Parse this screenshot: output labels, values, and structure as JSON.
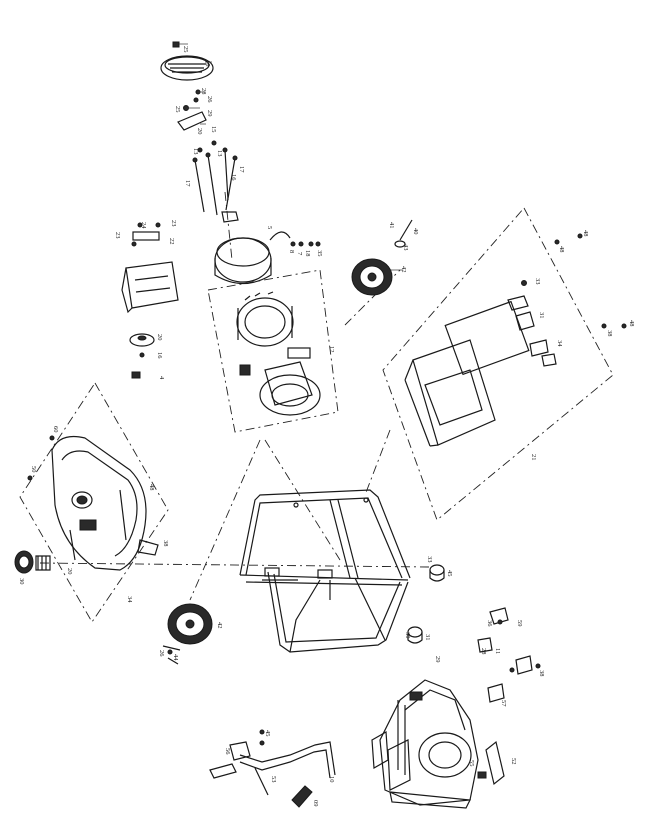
{
  "callouts": [
    {
      "id": "c1",
      "text": "25"
    },
    {
      "id": "c2",
      "text": "18"
    },
    {
      "id": "c3",
      "text": "28"
    },
    {
      "id": "c4",
      "text": "26"
    },
    {
      "id": "c5",
      "text": "25"
    },
    {
      "id": "c6",
      "text": "29"
    },
    {
      "id": "c7",
      "text": "20"
    },
    {
      "id": "c8",
      "text": "15"
    },
    {
      "id": "c9",
      "text": "17"
    },
    {
      "id": "c10",
      "text": "17"
    },
    {
      "id": "c11",
      "text": "16"
    },
    {
      "id": "c12",
      "text": "13"
    },
    {
      "id": "c13",
      "text": "13"
    },
    {
      "id": "c14",
      "text": "23"
    },
    {
      "id": "c15",
      "text": "24"
    },
    {
      "id": "c16",
      "text": "23"
    },
    {
      "id": "c17",
      "text": "22"
    },
    {
      "id": "c18",
      "text": "20"
    },
    {
      "id": "c19",
      "text": "16"
    },
    {
      "id": "c20",
      "text": "4"
    },
    {
      "id": "c21",
      "text": "12"
    },
    {
      "id": "c22",
      "text": "5"
    },
    {
      "id": "c23",
      "text": "8"
    },
    {
      "id": "c24",
      "text": "7"
    },
    {
      "id": "c25",
      "text": "18"
    },
    {
      "id": "c26",
      "text": "35"
    },
    {
      "id": "c27",
      "text": "42"
    },
    {
      "id": "c28",
      "text": "41"
    },
    {
      "id": "c29",
      "text": "40"
    },
    {
      "id": "c30",
      "text": "43"
    },
    {
      "id": "c31",
      "text": "48"
    },
    {
      "id": "c32",
      "text": "48"
    },
    {
      "id": "c33",
      "text": "48"
    },
    {
      "id": "c34",
      "text": "38"
    },
    {
      "id": "c35",
      "text": "21"
    },
    {
      "id": "c36",
      "text": "33"
    },
    {
      "id": "c37",
      "text": "31"
    },
    {
      "id": "c38",
      "text": "34"
    },
    {
      "id": "c39",
      "text": "60"
    },
    {
      "id": "c40",
      "text": "50"
    },
    {
      "id": "c41",
      "text": "48"
    },
    {
      "id": "c42",
      "text": "34"
    },
    {
      "id": "c43",
      "text": "30"
    },
    {
      "id": "c44",
      "text": "20"
    },
    {
      "id": "c45",
      "text": "38"
    },
    {
      "id": "c46",
      "text": "33"
    },
    {
      "id": "c47",
      "text": "45"
    },
    {
      "id": "c48",
      "text": "30"
    },
    {
      "id": "c49",
      "text": "31"
    },
    {
      "id": "c50",
      "text": "42"
    },
    {
      "id": "c51",
      "text": "44"
    },
    {
      "id": "c52",
      "text": "26"
    },
    {
      "id": "c53",
      "text": "29"
    },
    {
      "id": "c54",
      "text": "36"
    },
    {
      "id": "c55",
      "text": "59"
    },
    {
      "id": "c56",
      "text": "28"
    },
    {
      "id": "c57",
      "text": "11"
    },
    {
      "id": "c58",
      "text": "38"
    },
    {
      "id": "c59",
      "text": "57"
    },
    {
      "id": "c60",
      "text": "55"
    },
    {
      "id": "c61",
      "text": "52"
    },
    {
      "id": "c62",
      "text": "45"
    },
    {
      "id": "c63",
      "text": "56"
    },
    {
      "id": "c64",
      "text": "53"
    },
    {
      "id": "c65",
      "text": "10"
    },
    {
      "id": "c66",
      "text": "09"
    }
  ]
}
